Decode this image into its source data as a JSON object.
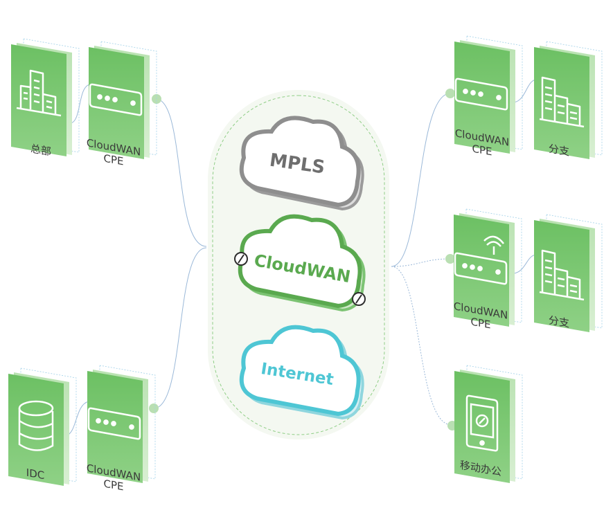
{
  "colors": {
    "node_green": "#72c46a",
    "node_green_light": "#cfe9c8",
    "mpls_grey": "#8e8e8e",
    "cloudwan_green": "#5aa94f",
    "internet_cyan": "#4ec6d4",
    "hub_fill": "#f4f8f1",
    "link_blue": "#9ab8d8"
  },
  "clouds": {
    "mpls": "MPLS",
    "cloudwan": "CloudWAN",
    "internet": "Internet"
  },
  "nodes": {
    "hq": {
      "label": "总部",
      "icon": "building-icon"
    },
    "hq_cpe": {
      "label_line1": "CloudWAN",
      "label_line2": "CPE",
      "icon": "router-icon"
    },
    "idc": {
      "label": "IDC",
      "icon": "database-icon"
    },
    "idc_cpe": {
      "label_line1": "CloudWAN",
      "label_line2": "CPE",
      "icon": "router-icon"
    },
    "branch1_cpe": {
      "label_line1": "CloudWAN",
      "label_line2": "CPE",
      "icon": "router-icon"
    },
    "branch1": {
      "label": "分支",
      "icon": "building-icon"
    },
    "branch2_cpe": {
      "label_line1": "CloudWAN",
      "label_line2": "CPE",
      "icon": "wifi-router-icon"
    },
    "branch2": {
      "label": "分支",
      "icon": "building-icon"
    },
    "mobile": {
      "label": "移动办公",
      "icon": "mobile-phone-icon"
    }
  }
}
